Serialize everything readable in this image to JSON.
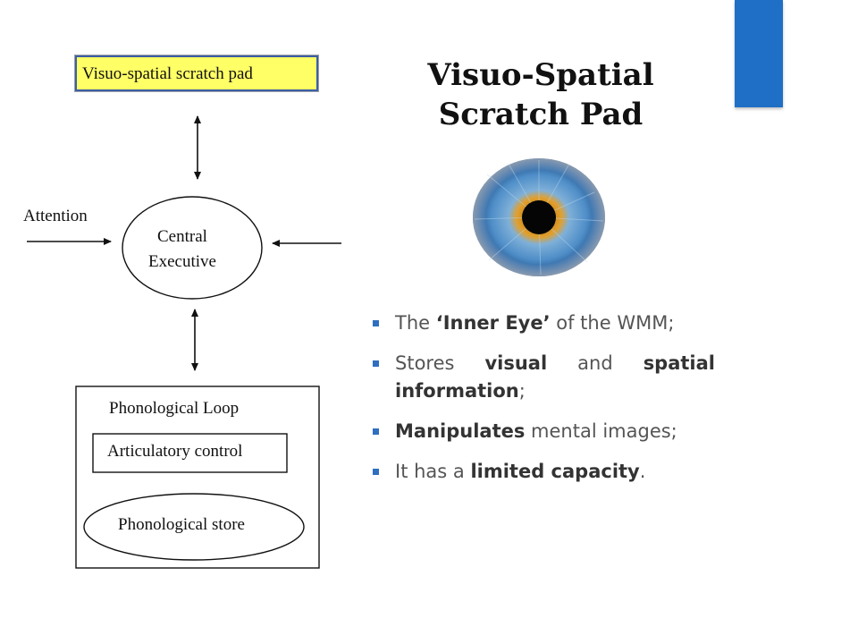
{
  "slide": {
    "title": "Visuo-Spatial Scratch Pad",
    "accent_color": "#1f6fc7"
  },
  "diagram": {
    "sketchpad_label": "Visuo-spatial scratch pad",
    "attention_label": "Attention",
    "central_executive_line1": "Central",
    "central_executive_line2": "Executive",
    "phonological_loop_label": "Phonological Loop",
    "articulatory_control_label": "Articulatory control",
    "phonological_store_label": "Phonological store"
  },
  "bullets": {
    "b1": {
      "t1": "The ",
      "bold1": "‘Inner Eye’",
      "t2": " of the WMM;"
    },
    "b2": {
      "t1": "Stores ",
      "bold1": "visual",
      "t2": " and ",
      "bold2": "spatial information",
      "t3": ";"
    },
    "b3": {
      "bold1": "Manipulates",
      "t1": " mental images;"
    },
    "b4": {
      "t1": "It has a ",
      "bold1": "limited capacity",
      "t2": "."
    }
  }
}
